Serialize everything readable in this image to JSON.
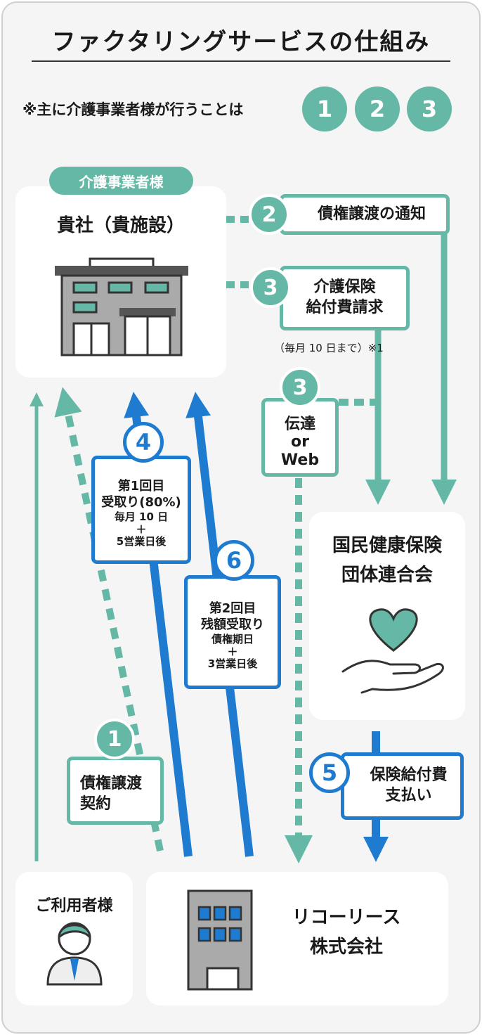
{
  "title": "ファクタリングサービスの仕組み",
  "note": "※主に介護事業者様が行うことは",
  "note_steps": [
    "1",
    "2",
    "3"
  ],
  "company": {
    "badge": "介護事業者様",
    "name": "貴社（貴施設）"
  },
  "steps": {
    "s2": {
      "num": "2",
      "label": "債権譲渡の通知"
    },
    "s3": {
      "num": "3",
      "line1": "介護保険",
      "line2": "給付費請求",
      "note": "（毎月 10 日まで）※1"
    },
    "s3b": {
      "num": "3",
      "line1": "伝達",
      "line2": "or",
      "line3": "Web"
    },
    "s4": {
      "num": "4",
      "line1": "第1回目",
      "line2": "受取り(80%)",
      "line3": "毎月 10 日",
      "line4": "＋",
      "line5": "5営業日後"
    },
    "s6": {
      "num": "6",
      "line1": "第2回目",
      "line2": "残額受取り",
      "line3": "債権期日",
      "line4": "＋",
      "line5": "3営業日後"
    },
    "s1": {
      "num": "1",
      "line1": "債権譲渡",
      "line2": "契約"
    },
    "s5": {
      "num": "5",
      "line1": "保険給付費",
      "line2": "支払い"
    }
  },
  "kokuho": {
    "line1": "国民健康保険",
    "line2": "団体連合会"
  },
  "user": {
    "label": "ご利用者様"
  },
  "ricoh": {
    "line1": "リコーリース",
    "line2": "株式会社"
  },
  "colors": {
    "teal": "#66b8a6",
    "blue": "#1e7bd0"
  }
}
